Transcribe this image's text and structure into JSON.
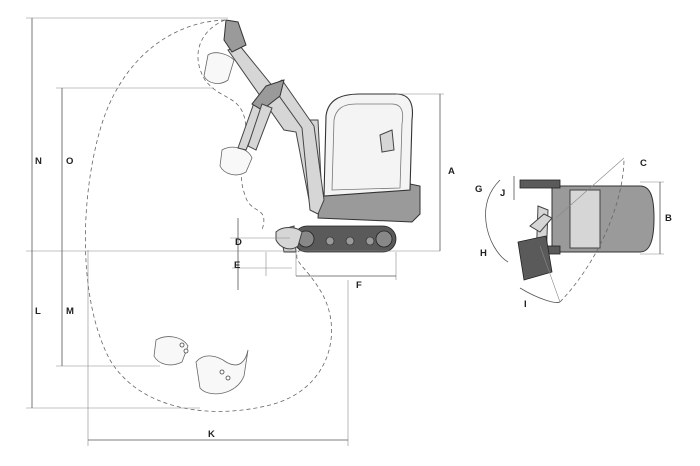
{
  "diagram": {
    "dimension_labels": {
      "A": "A",
      "B": "B",
      "C": "C",
      "D": "D",
      "E": "E",
      "F": "F",
      "G": "G",
      "H": "H",
      "I": "I",
      "J": "J",
      "K": "K",
      "L": "L",
      "M": "M",
      "N": "N",
      "O": "O"
    },
    "colors": {
      "body": "#9a9a9a",
      "cab": "#f4f4f4",
      "track": "#5a5a5a",
      "lines": "#555555",
      "background": "#ffffff"
    }
  }
}
